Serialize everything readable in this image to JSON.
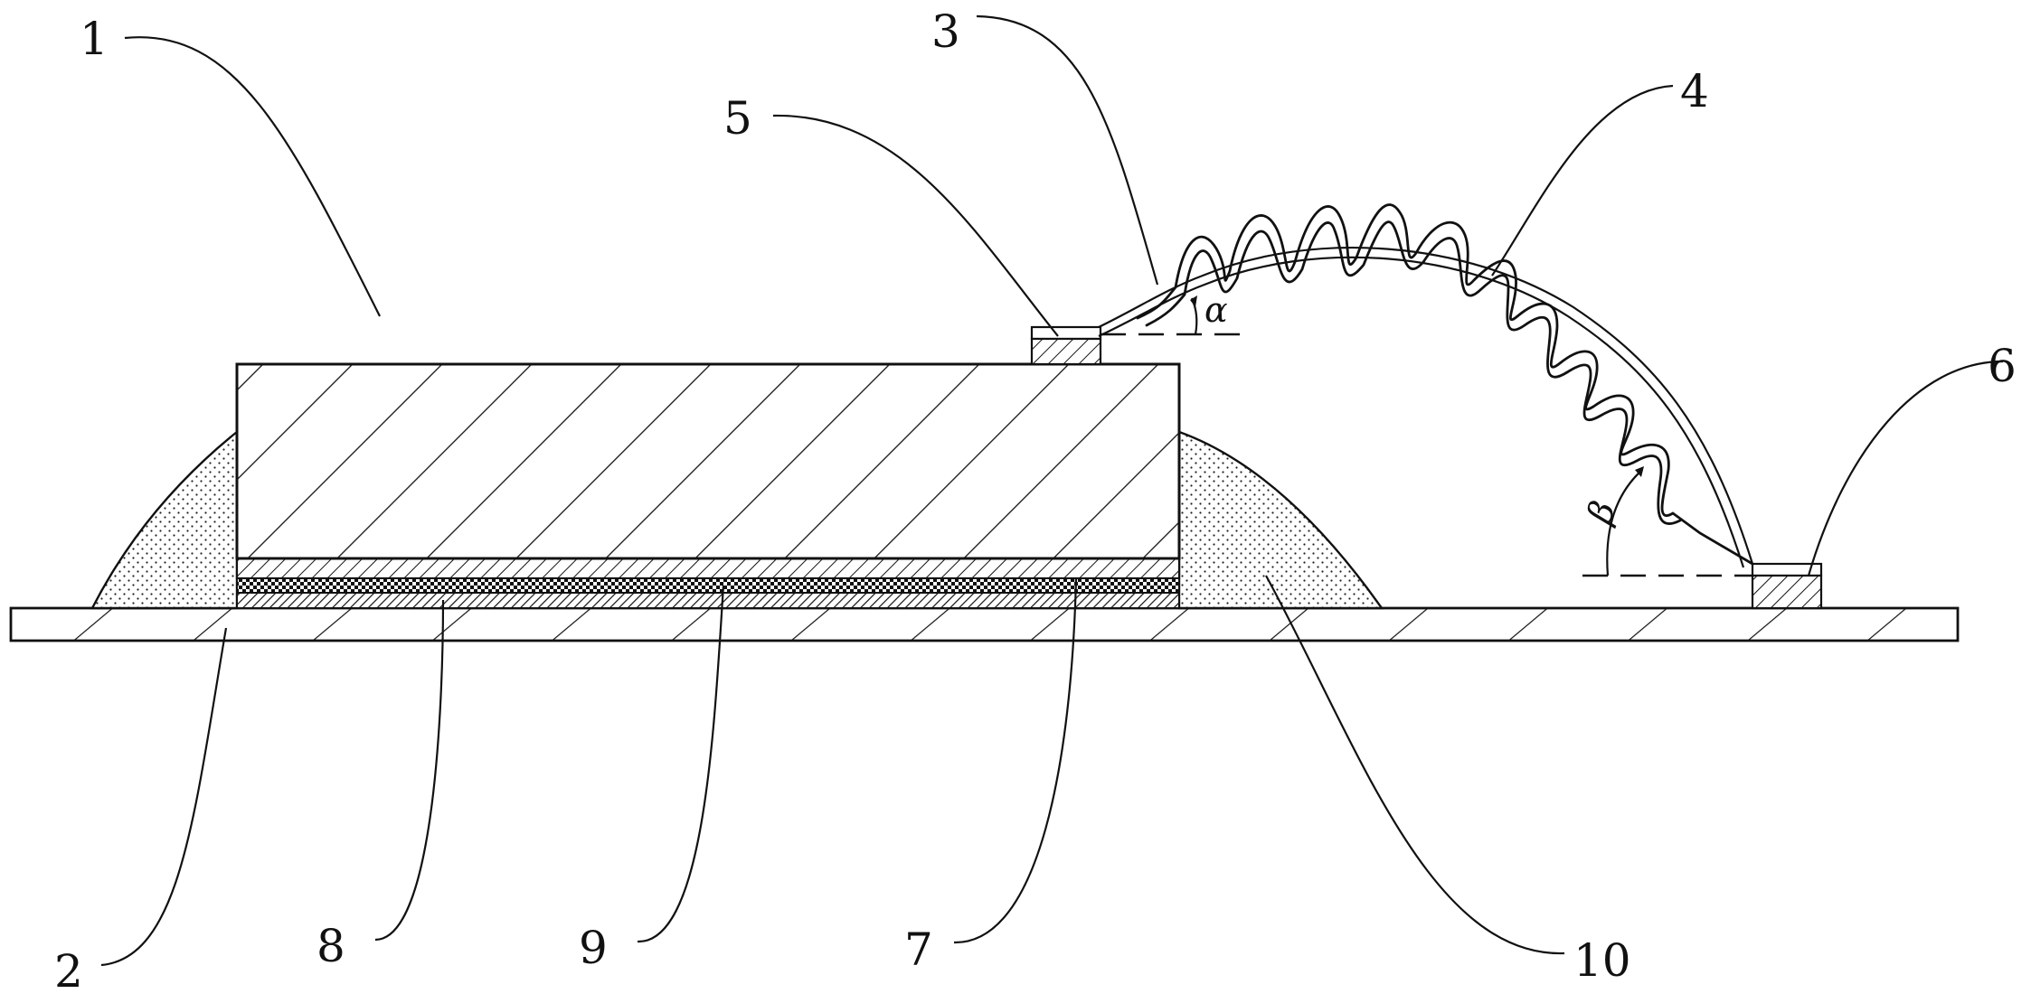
{
  "labels": {
    "l1": "1",
    "l2": "2",
    "l3": "3",
    "l4": "4",
    "l5": "5",
    "l6": "6",
    "l7": "7",
    "l8": "8",
    "l9": "9",
    "l10": "10"
  },
  "angles": {
    "alpha": "α",
    "beta": "β"
  },
  "colors": {
    "ink": "#111111",
    "background": "#ffffff"
  }
}
